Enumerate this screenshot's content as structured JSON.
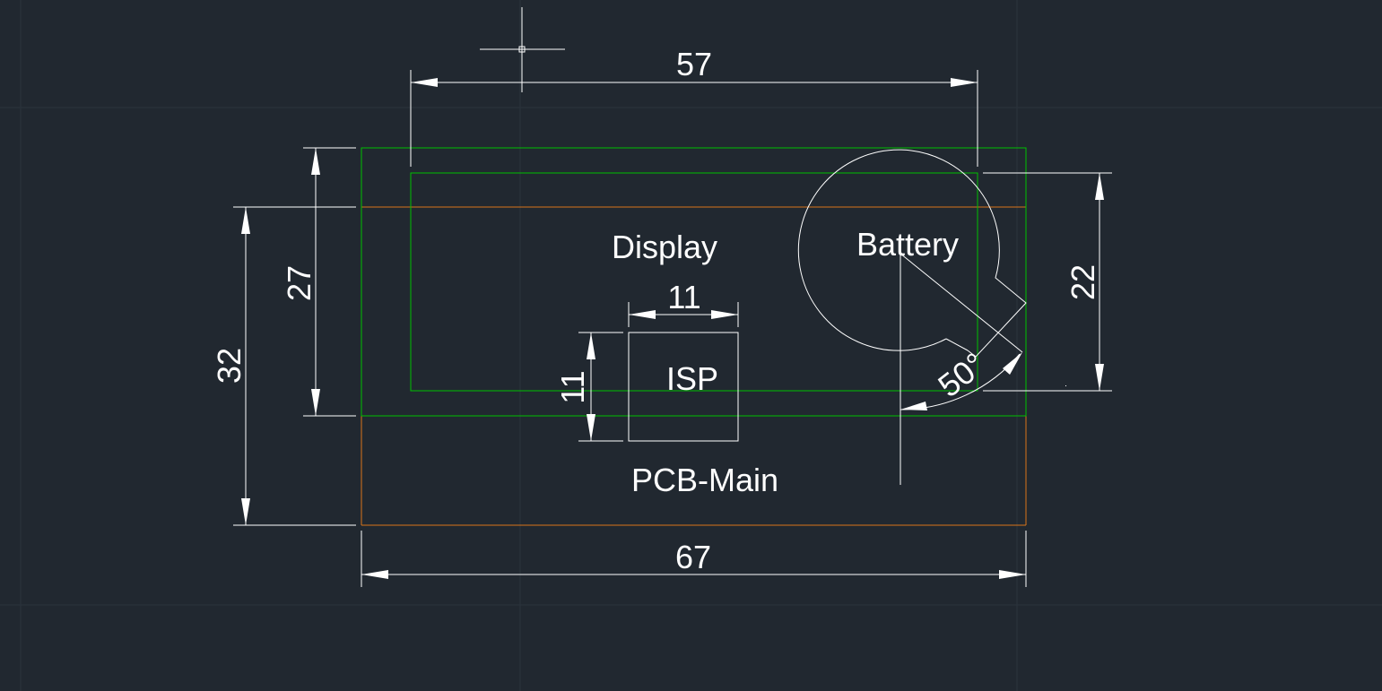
{
  "drawing": {
    "labels": {
      "display": "Display",
      "battery": "Battery",
      "isp": "ISP",
      "pcb_main": "PCB-Main"
    },
    "dimensions": {
      "display_width": "57",
      "pcb_width": "67",
      "board_height": "27",
      "pcb_height": "32",
      "battery_height": "22",
      "isp_width": "11",
      "isp_height": "11",
      "angle": "50°"
    },
    "colors": {
      "background": "#212830",
      "grid": "#2b333c",
      "board_outline": "#00c000",
      "pcb_outline": "#d9741a",
      "geometry": "#ffffff"
    }
  }
}
